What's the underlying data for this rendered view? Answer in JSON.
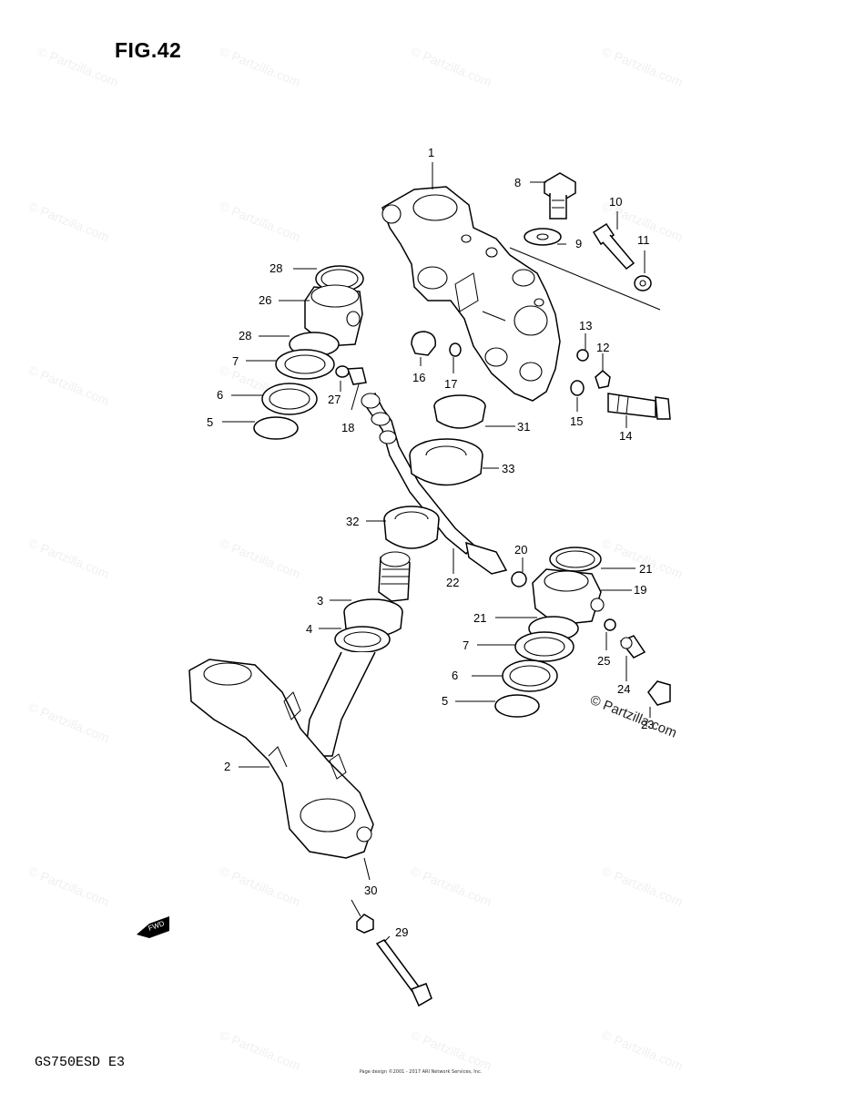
{
  "figure": {
    "title": "FIG.42"
  },
  "model_code": "GS750ESD  E3",
  "footer_lines": [
    "Page design ©2001 - 2017 ARI Network Services, Inc."
  ],
  "watermark_text": "© Partzilla.com",
  "fwd_label": "FWD",
  "part_labels": [
    {
      "id": "1",
      "text": "1"
    },
    {
      "id": "8",
      "text": "8"
    },
    {
      "id": "9",
      "text": "9"
    },
    {
      "id": "10",
      "text": "10"
    },
    {
      "id": "11",
      "text": "11"
    },
    {
      "id": "28a",
      "text": "28"
    },
    {
      "id": "26",
      "text": "26"
    },
    {
      "id": "28b",
      "text": "28"
    },
    {
      "id": "7a",
      "text": "7"
    },
    {
      "id": "6a",
      "text": "6"
    },
    {
      "id": "5a",
      "text": "5"
    },
    {
      "id": "27",
      "text": "27"
    },
    {
      "id": "18",
      "text": "18"
    },
    {
      "id": "16",
      "text": "16"
    },
    {
      "id": "17",
      "text": "17"
    },
    {
      "id": "13",
      "text": "13"
    },
    {
      "id": "12",
      "text": "12"
    },
    {
      "id": "15",
      "text": "15"
    },
    {
      "id": "14",
      "text": "14"
    },
    {
      "id": "31",
      "text": "31"
    },
    {
      "id": "33",
      "text": "33"
    },
    {
      "id": "32",
      "text": "32"
    },
    {
      "id": "20",
      "text": "20"
    },
    {
      "id": "22",
      "text": "22"
    },
    {
      "id": "21a",
      "text": "21"
    },
    {
      "id": "19",
      "text": "19"
    },
    {
      "id": "21b",
      "text": "21"
    },
    {
      "id": "3",
      "text": "3"
    },
    {
      "id": "4",
      "text": "4"
    },
    {
      "id": "7b",
      "text": "7"
    },
    {
      "id": "6b",
      "text": "6"
    },
    {
      "id": "5b",
      "text": "5"
    },
    {
      "id": "25",
      "text": "25"
    },
    {
      "id": "24",
      "text": "24"
    },
    {
      "id": "23",
      "text": "23"
    },
    {
      "id": "2",
      "text": "2"
    },
    {
      "id": "30",
      "text": "30"
    },
    {
      "id": "29",
      "text": "29"
    }
  ]
}
